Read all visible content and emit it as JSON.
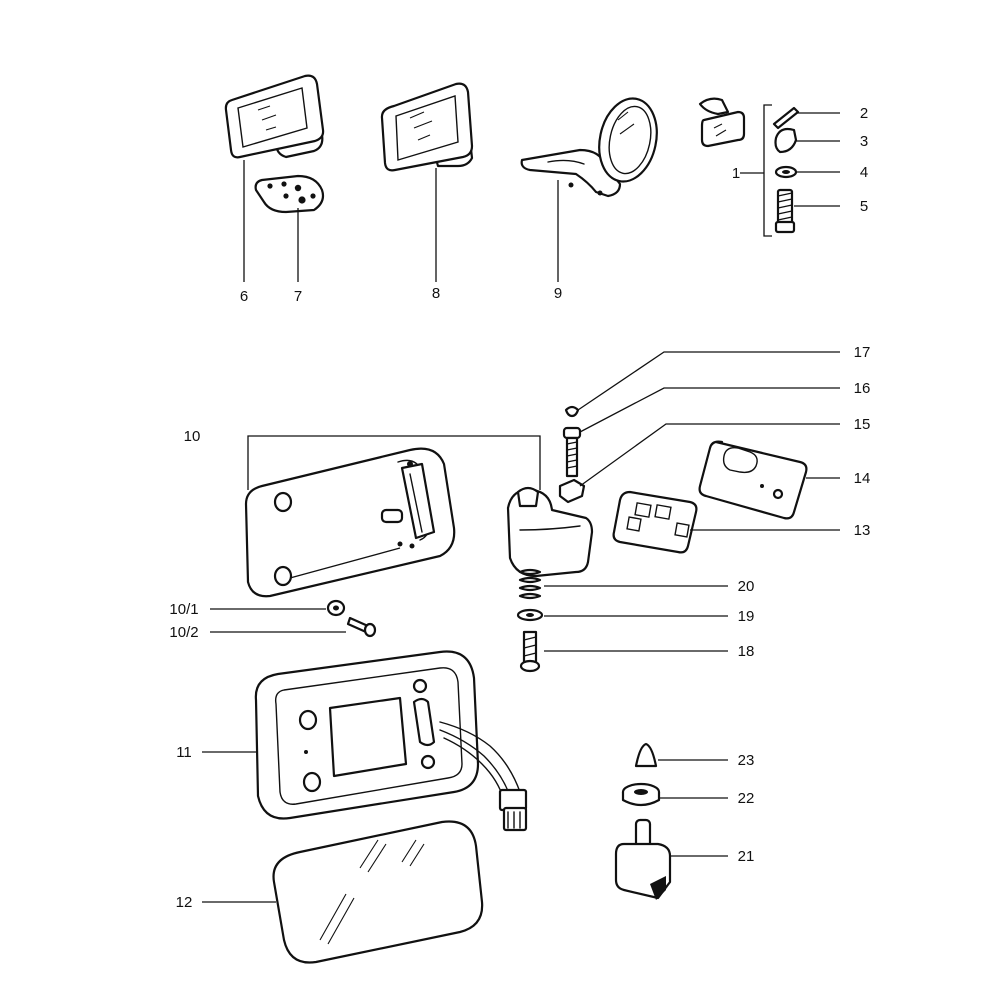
{
  "callouts": {
    "c1": "1",
    "c2": "2",
    "c3": "3",
    "c4": "4",
    "c5": "5",
    "c6": "6",
    "c7": "7",
    "c8": "8",
    "c9": "9",
    "c10": "10",
    "c10_1": "10/1",
    "c10_2": "10/2",
    "c11": "11",
    "c12": "12",
    "c13": "13",
    "c14": "14",
    "c15": "15",
    "c16": "16",
    "c17": "17",
    "c18": "18",
    "c19": "19",
    "c20": "20",
    "c21": "21",
    "c22": "22",
    "c23": "23"
  }
}
